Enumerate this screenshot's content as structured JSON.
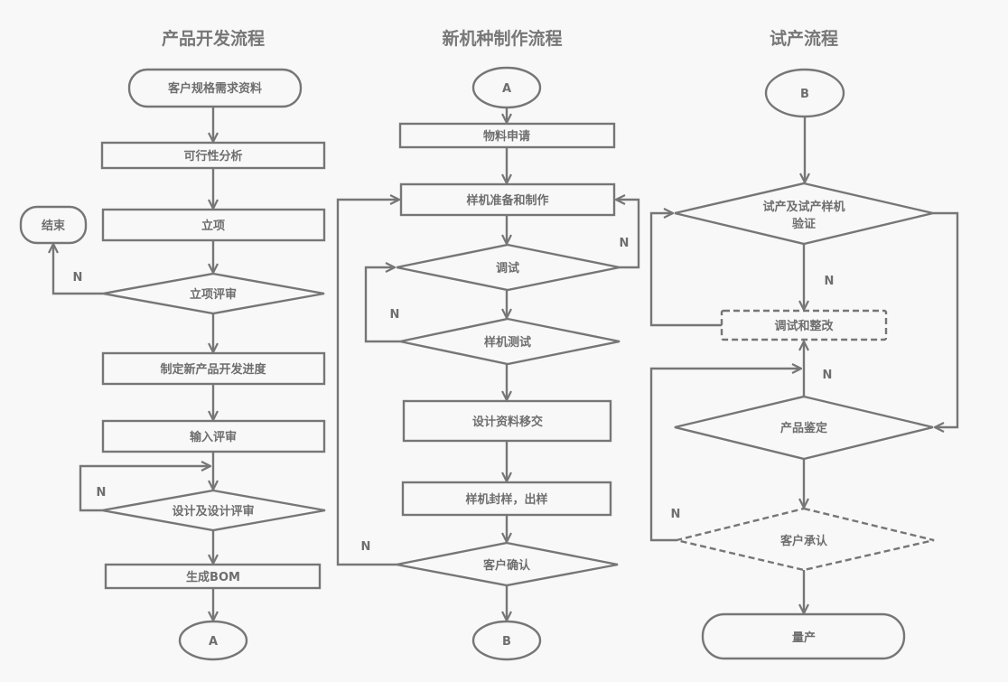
{
  "columns": [
    {
      "title": "产品开发流程",
      "nodes": {
        "start": "客户规格需求资料",
        "feasibility": "可行性分析",
        "approval": "立项",
        "end": "结束",
        "approval_review": "立项评审",
        "schedule": "制定新产品开发进度",
        "input_review": "输入评审",
        "design_review": "设计及设计评审",
        "bom": "生成BOM",
        "connector": "A"
      },
      "branch_labels": {
        "approval_review_no": "N",
        "design_review_no": "N"
      }
    },
    {
      "title": "新机种制作流程",
      "nodes": {
        "connector_in": "A",
        "material_request": "物料申请",
        "prototype_build": "样机准备和制作",
        "debug": "调试",
        "prototype_test": "样机测试",
        "design_handover": "设计资料移交",
        "sample_seal": "样机封样，出样",
        "customer_confirm": "客户确认",
        "connector_out": "B"
      },
      "branch_labels": {
        "debug_no": "N",
        "prototype_test_no": "N",
        "customer_confirm_no": "N"
      }
    },
    {
      "title": "试产流程",
      "nodes": {
        "connector_in": "B",
        "trial_verify_line1": "试产及试产样机",
        "trial_verify_line2": "验证",
        "debug_fix": "调试和整改",
        "product_appraisal": "产品鉴定",
        "customer_acceptance": "客户承认",
        "mass_production": "量产"
      },
      "branch_labels": {
        "trial_verify_no": "N",
        "product_appraisal_no": "N",
        "customer_acceptance_no": "N"
      }
    }
  ]
}
